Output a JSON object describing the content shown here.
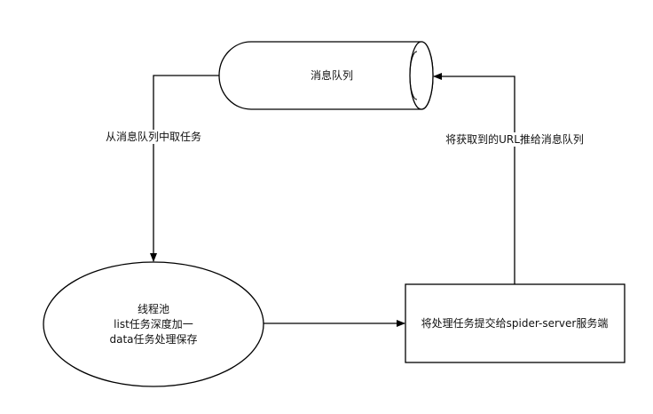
{
  "nodes": {
    "queue": {
      "label": "消息队列"
    },
    "thread_pool": {
      "lines": [
        "线程池",
        "list任务深度加一",
        "data任务处理保存"
      ]
    },
    "server": {
      "label": "将处理任务提交给spider-server服务端"
    }
  },
  "edges": {
    "queue_to_pool": {
      "label": "从消息队列中取任务"
    },
    "server_to_queue": {
      "label": "将获取到的URL推给消息队列"
    }
  },
  "colors": {
    "stroke": "#000000",
    "fill": "#ffffff",
    "text": "#111111"
  }
}
